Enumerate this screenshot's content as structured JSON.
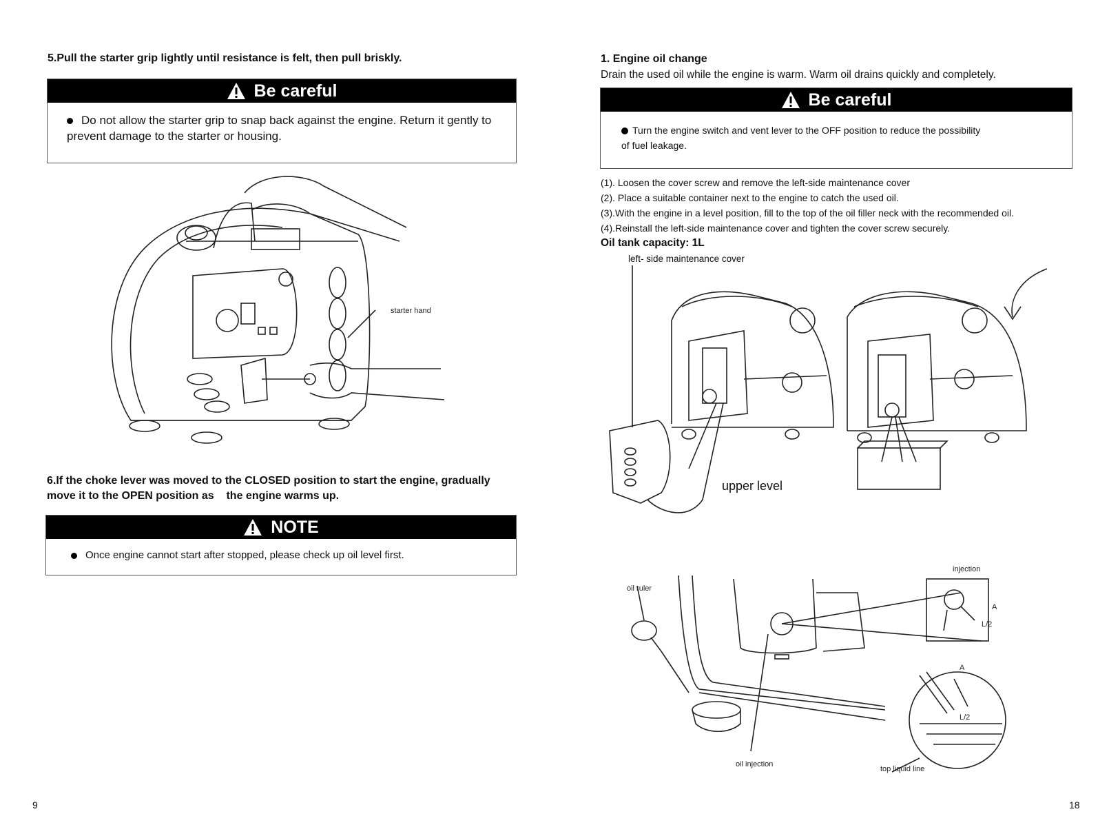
{
  "left_page": {
    "step5_title": "5.Pull the starter grip lightly until resistance is felt, then pull briskly.",
    "careful_box": {
      "heading": "Be careful",
      "text": "Do not allow the starter grip to snap back against the engine. Return it gently to prevent damage to the starter or housing."
    },
    "figure_label": "starter hand",
    "step6_title_line1": "6.If the choke lever was moved to the CLOSED position to start the engine, gradually",
    "step6_title_line2": "move it to the OPEN position as    the engine warms up.",
    "note_box": {
      "heading": "NOTE",
      "text": "Once engine cannot start after stopped, please check up oil level first."
    },
    "page_number": "9"
  },
  "right_page": {
    "section_title": "1. Engine oil change",
    "section_intro": "Drain the used oil while the engine is warm. Warm oil drains quickly and completely.",
    "careful_box": {
      "heading": "Be careful",
      "text_line1": "Turn the engine switch and vent lever to the OFF position to reduce the possibility",
      "text_line2": "of fuel leakage."
    },
    "steps": [
      "(1). Loosen the cover screw and remove the left-side maintenance cover",
      "(2). Place a suitable container next to the engine to catch the used oil.",
      "(3).With the engine in a level position, fill to the top of the oil filler neck with the recommended oil.",
      "(4).Reinstall the left-side maintenance cover and tighten the cover screw securely."
    ],
    "capacity_label": "Oil tank capacity: 1L",
    "fig1_labels": {
      "cover": "left- side maintenance cover",
      "upper_level": "upper level"
    },
    "fig2_labels": {
      "oil_ruler": "oil ruler",
      "injection": "injection",
      "A_top": "A",
      "A_mid": "A",
      "L2_small": "L/2",
      "L2_big": "L/2",
      "oil_injection": "oil injection",
      "top_liquid_line": "top liquid line"
    },
    "page_number": "18"
  }
}
